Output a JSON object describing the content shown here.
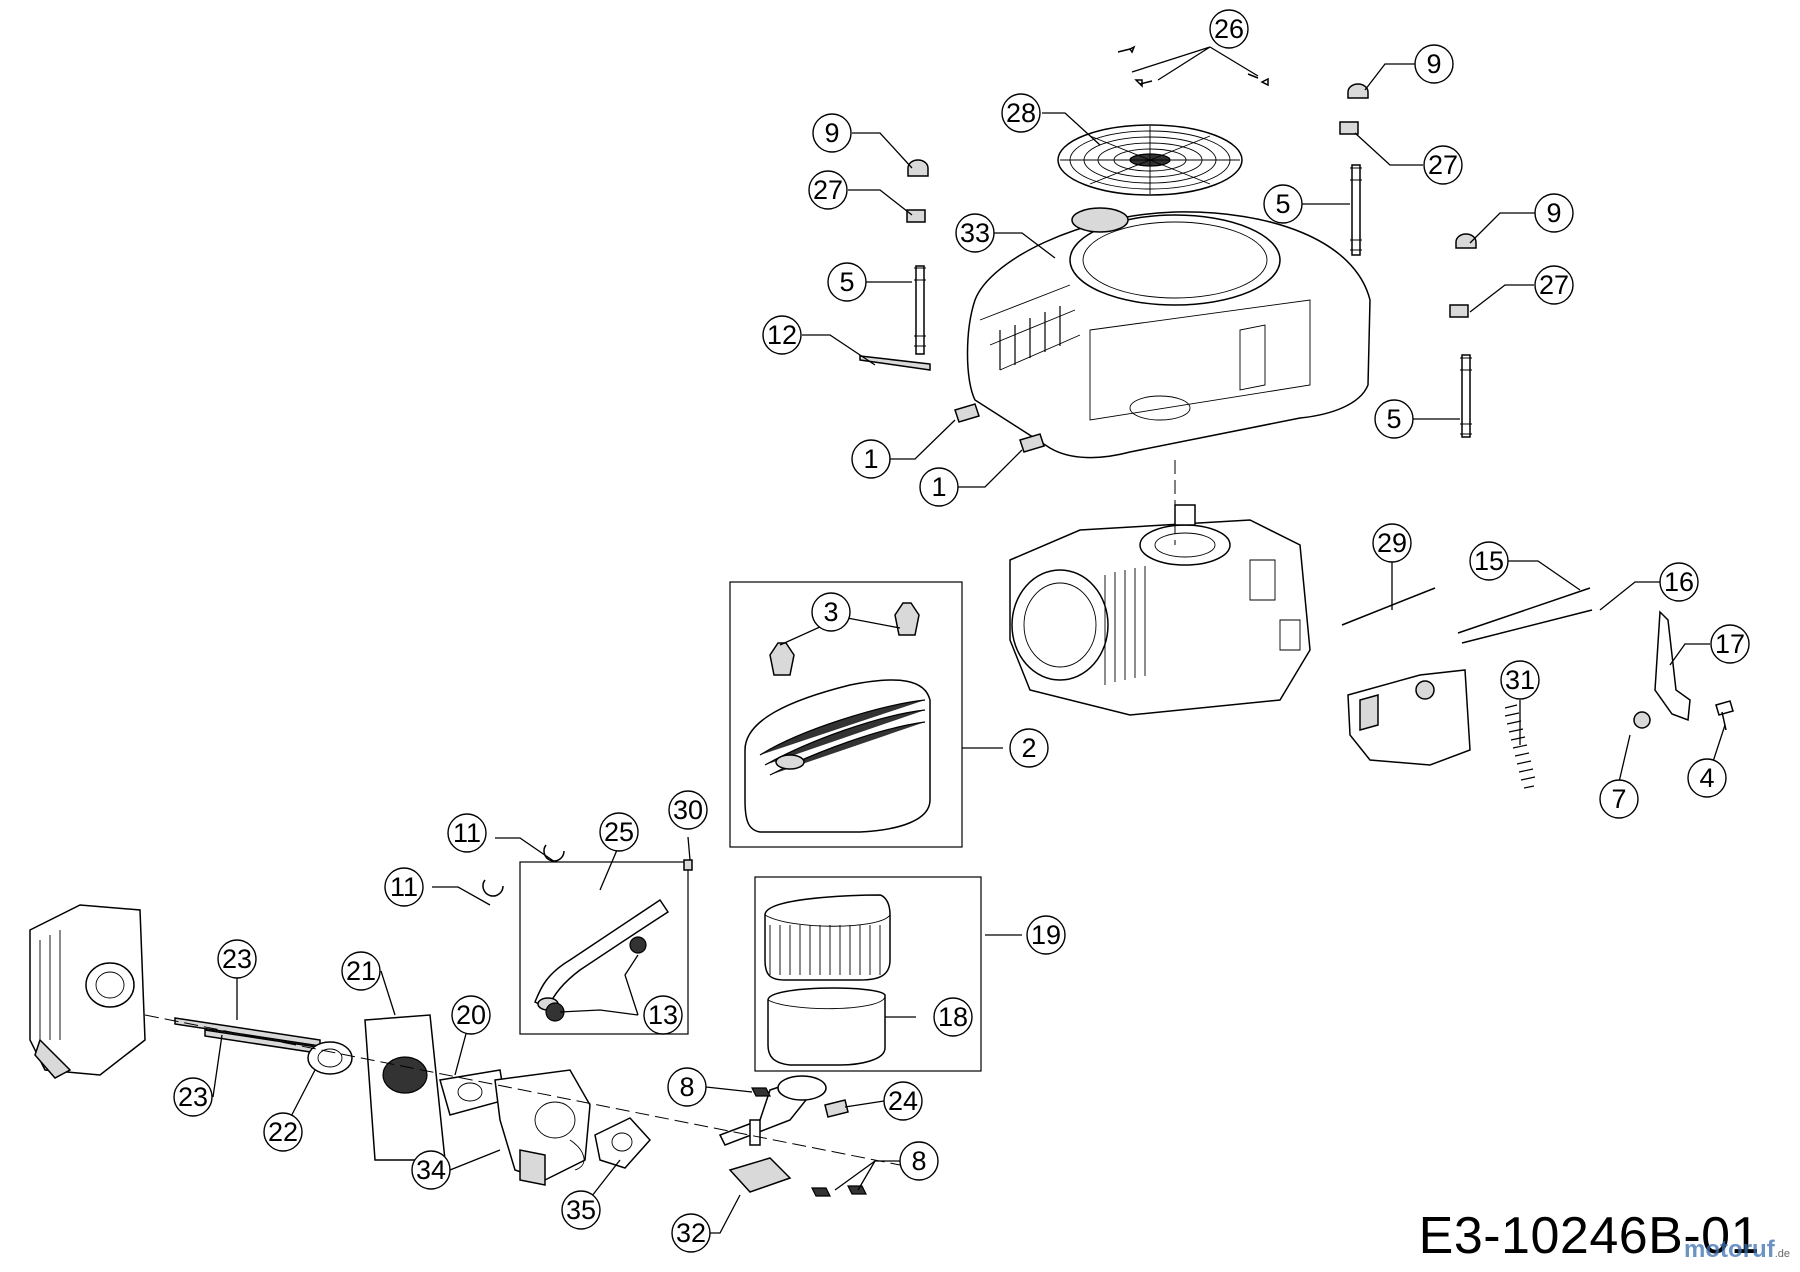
{
  "drawing_code": "E3-10246B-01",
  "watermark": {
    "name": "motoruf",
    "tld": ".de"
  },
  "callouts": [
    {
      "id": "c26",
      "label": "26"
    },
    {
      "id": "c28",
      "label": "28"
    },
    {
      "id": "c9a",
      "label": "9"
    },
    {
      "id": "c9b",
      "label": "9"
    },
    {
      "id": "c27a",
      "label": "27"
    },
    {
      "id": "c27b",
      "label": "27"
    },
    {
      "id": "c5a",
      "label": "5"
    },
    {
      "id": "c5b",
      "label": "5"
    },
    {
      "id": "c33",
      "label": "33"
    },
    {
      "id": "c9c",
      "label": "9"
    },
    {
      "id": "c27c",
      "label": "27"
    },
    {
      "id": "c12",
      "label": "12"
    },
    {
      "id": "c5c",
      "label": "5"
    },
    {
      "id": "c1a",
      "label": "1"
    },
    {
      "id": "c1b",
      "label": "1"
    },
    {
      "id": "c29",
      "label": "29"
    },
    {
      "id": "c15",
      "label": "15"
    },
    {
      "id": "c16",
      "label": "16"
    },
    {
      "id": "c3",
      "label": "3"
    },
    {
      "id": "c17",
      "label": "17"
    },
    {
      "id": "c31",
      "label": "31"
    },
    {
      "id": "c2",
      "label": "2"
    },
    {
      "id": "c7",
      "label": "7"
    },
    {
      "id": "c4",
      "label": "4"
    },
    {
      "id": "c30",
      "label": "30"
    },
    {
      "id": "c11a",
      "label": "11"
    },
    {
      "id": "c25",
      "label": "25"
    },
    {
      "id": "c11b",
      "label": "11"
    },
    {
      "id": "c19",
      "label": "19"
    },
    {
      "id": "c23a",
      "label": "23"
    },
    {
      "id": "c21",
      "label": "21"
    },
    {
      "id": "c13",
      "label": "13"
    },
    {
      "id": "c18",
      "label": "18"
    },
    {
      "id": "c20",
      "label": "20"
    },
    {
      "id": "c23b",
      "label": "23"
    },
    {
      "id": "c22",
      "label": "22"
    },
    {
      "id": "c8a",
      "label": "8"
    },
    {
      "id": "c24",
      "label": "24"
    },
    {
      "id": "c8b",
      "label": "8"
    },
    {
      "id": "c34",
      "label": "34"
    },
    {
      "id": "c35",
      "label": "35"
    },
    {
      "id": "c32",
      "label": "32"
    }
  ]
}
